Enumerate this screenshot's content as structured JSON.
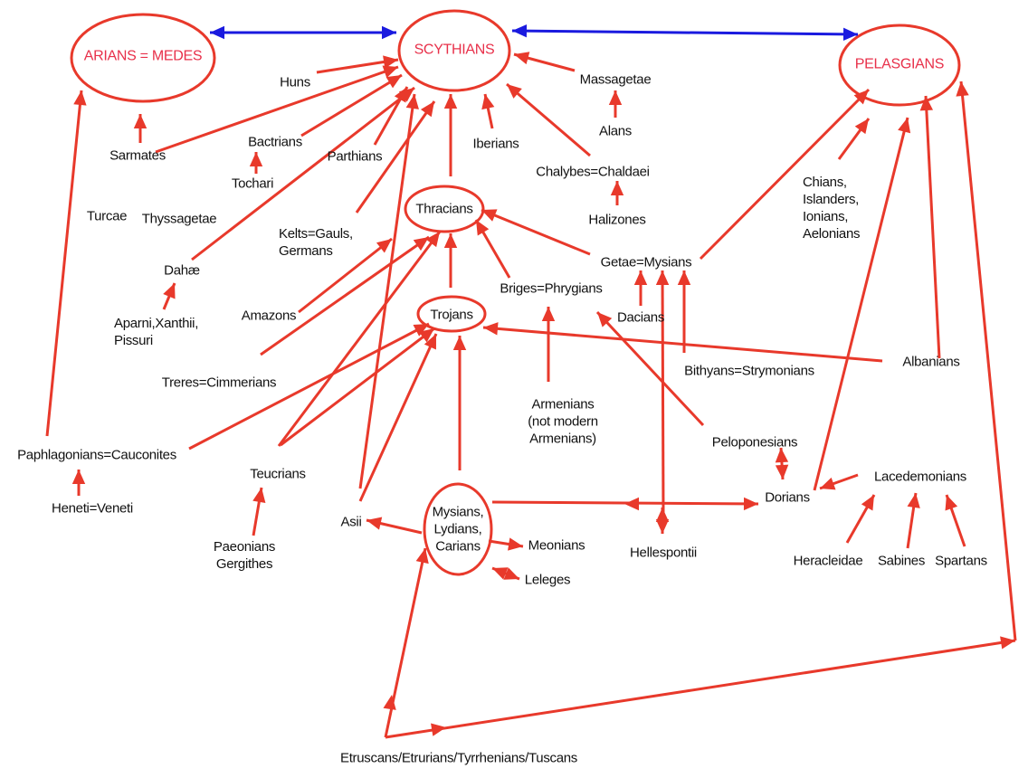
{
  "diagram": {
    "colors": {
      "edge": "#e8392b",
      "link": "#1a1adf",
      "major_text": "#e8304a",
      "text": "#111111"
    },
    "nodes": [
      {
        "id": "arians",
        "label": "ARIANS = MEDES",
        "major": true,
        "ellipse": true
      },
      {
        "id": "scythians",
        "label": "SCYTHIANS",
        "major": true,
        "ellipse": true
      },
      {
        "id": "pelasgians",
        "label": "PELASGIANS",
        "major": true,
        "ellipse": true
      },
      {
        "id": "huns",
        "label": "Huns"
      },
      {
        "id": "massagetae",
        "label": "Massagetae"
      },
      {
        "id": "alans",
        "label": "Alans"
      },
      {
        "id": "sarmates",
        "label": "Sarmates"
      },
      {
        "id": "bactrians",
        "label": "Bactrians"
      },
      {
        "id": "tochari",
        "label": "Tochari"
      },
      {
        "id": "parthians",
        "label": "Parthians"
      },
      {
        "id": "iberians",
        "label": "Iberians"
      },
      {
        "id": "chalybes",
        "label": "Chalybes=Chaldaei"
      },
      {
        "id": "halizones",
        "label": "Halizones"
      },
      {
        "id": "turcae",
        "label": "Turcae"
      },
      {
        "id": "thyssagetae",
        "label": "Thyssagetae"
      },
      {
        "id": "thracians",
        "label": "Thracians",
        "ellipse": true
      },
      {
        "id": "kelts",
        "label": "Kelts=Gauls,\nGermans"
      },
      {
        "id": "chians",
        "label": "Chians,\nIslanders,\nIonians,\nAelonians"
      },
      {
        "id": "dahae",
        "label": "Dahæ"
      },
      {
        "id": "getae",
        "label": "Getae=Mysians"
      },
      {
        "id": "briges",
        "label": "Briges=Phrygians"
      },
      {
        "id": "amazons",
        "label": "Amazons"
      },
      {
        "id": "aparni",
        "label": "Aparni,Xanthii,\nPissuri"
      },
      {
        "id": "trojans",
        "label": "Trojans",
        "ellipse": true
      },
      {
        "id": "dacians",
        "label": "Dacians"
      },
      {
        "id": "albanians",
        "label": "Albanians"
      },
      {
        "id": "bithyans",
        "label": "Bithyans=Strymonians"
      },
      {
        "id": "treres",
        "label": "Treres=Cimmerians"
      },
      {
        "id": "armenians",
        "label": "Armenians\n(not modern\nArmenians)"
      },
      {
        "id": "paphlagonians",
        "label": "Paphlagonians=Cauconites"
      },
      {
        "id": "peloponesians",
        "label": "Peloponesians"
      },
      {
        "id": "teucrians",
        "label": "Teucrians"
      },
      {
        "id": "lacedemonians",
        "label": "Lacedemonians"
      },
      {
        "id": "heneti",
        "label": "Heneti=Veneti"
      },
      {
        "id": "mysians",
        "label": "Mysians,\nLydians,\nCarians",
        "ellipse": true
      },
      {
        "id": "dorians",
        "label": "Dorians"
      },
      {
        "id": "asii",
        "label": "Asii"
      },
      {
        "id": "meonians",
        "label": "Meonians"
      },
      {
        "id": "paeonians",
        "label": "Paeonians\nGergithes"
      },
      {
        "id": "hellespontii",
        "label": "Hellespontii"
      },
      {
        "id": "leleges",
        "label": "Leleges"
      },
      {
        "id": "heracleidae",
        "label": "Heracleidae"
      },
      {
        "id": "sabines",
        "label": "Sabines"
      },
      {
        "id": "spartans",
        "label": "Spartans"
      },
      {
        "id": "etruscans",
        "label": "Etruscans/Etrurians/Tyrrhenians/Tuscans"
      }
    ],
    "edges": [
      {
        "from": "scythians",
        "to": "arians",
        "type": "link-bidirectional"
      },
      {
        "from": "scythians",
        "to": "pelasgians",
        "type": "link-bidirectional"
      },
      {
        "from": "huns",
        "to": "scythians"
      },
      {
        "from": "sarmates",
        "to": "scythians"
      },
      {
        "from": "bactrians",
        "to": "scythians"
      },
      {
        "from": "parthians",
        "to": "scythians"
      },
      {
        "from": "dahae",
        "to": "scythians"
      },
      {
        "from": "kelts",
        "to": "scythians"
      },
      {
        "from": "asii",
        "to": "scythians"
      },
      {
        "from": "thracians",
        "to": "scythians"
      },
      {
        "from": "iberians",
        "to": "scythians"
      },
      {
        "from": "chalybes",
        "to": "scythians"
      },
      {
        "from": "massagetae",
        "to": "scythians"
      },
      {
        "from": "alans",
        "to": "massagetae"
      },
      {
        "from": "halizones",
        "to": "chalybes"
      },
      {
        "from": "tochari",
        "to": "bactrians"
      },
      {
        "from": "sarmates",
        "to": "arians"
      },
      {
        "from": "turcae",
        "to": "sarmates"
      },
      {
        "from": "thyssagetae",
        "to": "sarmates"
      },
      {
        "from": "paphlagonians",
        "to": "arians"
      },
      {
        "from": "heneti",
        "to": "paphlagonians"
      },
      {
        "from": "aparni",
        "to": "dahae"
      },
      {
        "from": "trojans",
        "to": "thracians"
      },
      {
        "from": "getae",
        "to": "thracians"
      },
      {
        "from": "briges",
        "to": "thracians"
      },
      {
        "from": "amazons",
        "to": "thracians"
      },
      {
        "from": "treres",
        "to": "thracians"
      },
      {
        "from": "teucrians",
        "to": "thracians"
      },
      {
        "from": "getae",
        "to": "pelasgians"
      },
      {
        "from": "chians",
        "to": "pelasgians"
      },
      {
        "from": "dorians",
        "to": "pelasgians"
      },
      {
        "from": "albanians",
        "to": "pelasgians"
      },
      {
        "from": "dacians",
        "to": "getae"
      },
      {
        "from": "hellespontii",
        "to": "getae"
      },
      {
        "from": "bithyans",
        "to": "getae"
      },
      {
        "from": "armenians",
        "to": "briges"
      },
      {
        "from": "peloponesians",
        "to": "briges"
      },
      {
        "from": "albanians",
        "to": "trojans"
      },
      {
        "from": "paphlagonians",
        "to": "trojans"
      },
      {
        "from": "teucrians",
        "to": "trojans"
      },
      {
        "from": "asii",
        "to": "trojans"
      },
      {
        "from": "mysians",
        "to": "trojans"
      },
      {
        "from": "paeonians",
        "to": "teucrians"
      },
      {
        "from": "mysians",
        "to": "asii"
      },
      {
        "from": "mysians",
        "to": "dorians",
        "type": "bidirectional"
      },
      {
        "from": "mysians",
        "to": "meonians",
        "type": "bidirectional"
      },
      {
        "from": "mysians",
        "to": "leleges",
        "type": "bidirectional"
      },
      {
        "from": "hellespontii",
        "to": "mysians"
      },
      {
        "from": "dorians",
        "to": "peloponesians"
      },
      {
        "from": "lacedemonians",
        "to": "dorians"
      },
      {
        "from": "heracleidae",
        "to": "lacedemonians"
      },
      {
        "from": "sabines",
        "to": "lacedemonians"
      },
      {
        "from": "spartans",
        "to": "lacedemonians"
      },
      {
        "from": "etruscans",
        "to": "mysians"
      },
      {
        "from": "etruscans",
        "to": "pelasgians"
      }
    ]
  }
}
